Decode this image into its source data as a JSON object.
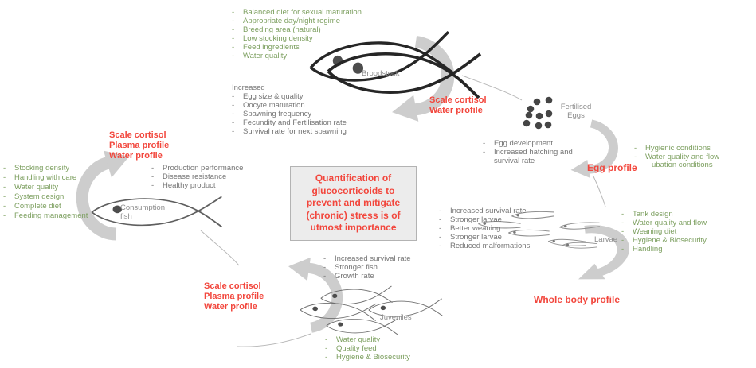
{
  "diagram_title": "Fish production cycle - stress and cortisol quantification",
  "colors": {
    "green": "#7c9f5f",
    "outcome-gray": "#757575",
    "stage-gray": "#8c8c8c",
    "red": "#f2463c",
    "arrow-gray": "#cdcdcd",
    "fish-dark": "#262626",
    "fish-gray": "#5f5f5f",
    "larva-gray": "#909090",
    "egg-dot": "#454545",
    "box-bg": "#ececec",
    "box-border": "#b3b3b3"
  },
  "center_box": {
    "text": "Quantification of glucocorticoids to prevent and mitigate (chronic) stress is of utmost importance"
  },
  "stages": {
    "broodstock": "Broodstock",
    "fertilised_eggs": [
      "Fertilised",
      "Eggs"
    ],
    "larvae": "Larvae",
    "juveniles": "Juveniles",
    "consumption_fish": [
      "Consumption",
      "fish"
    ]
  },
  "conditions": {
    "broodstock": [
      "Balanced diet for sexual maturation",
      "Appropriate day/night regime",
      "Breeding area (natural)",
      "Low stocking density",
      "Feed ingredients",
      "Water quality"
    ],
    "eggs": [
      "Hygienic conditions",
      "Water quality and flow"
    ],
    "eggs_continuation": "ubation conditions",
    "larvae": [
      "Tank design",
      "Water quality and flow",
      "Weaning diet",
      "Hygiene & Biosecurity",
      "Handling"
    ],
    "juveniles": [
      "Water quality",
      "Quality feed",
      "Hygiene & Biosecurity"
    ],
    "consumption": [
      "Stocking density",
      "Handling with care",
      "Water quality",
      "System design",
      "Complete diet",
      "Feeding management"
    ]
  },
  "outcomes": {
    "broodstock_header": "Increased",
    "broodstock": [
      "Egg size & quality",
      "Oocyte maturation",
      "Spawning frequency",
      "Fecundity and Fertilisation rate",
      "Survival rate for next spawning"
    ],
    "eggs": [
      "Egg development",
      "Increased hatching and survival rate"
    ],
    "larvae": [
      "Increased survival rate",
      "Stronger larvae",
      "Better weaning",
      "Stronger larvae",
      "Reduced malformations"
    ],
    "juveniles": [
      "Increased survival rate",
      "Stronger fish",
      "Growth rate"
    ],
    "consumption": [
      "Production performance",
      "Disease resistance",
      "Healthy product"
    ]
  },
  "profiles": {
    "broodstock_to_eggs": [
      "Scale cortisol",
      "Water profile"
    ],
    "eggs": "Egg profile",
    "larvae": "Whole body profile",
    "juveniles": [
      "Scale cortisol",
      "Plasma profile",
      "Water profile"
    ],
    "consumption": [
      "Scale cortisol",
      "Plasma profile",
      "Water profile"
    ]
  }
}
